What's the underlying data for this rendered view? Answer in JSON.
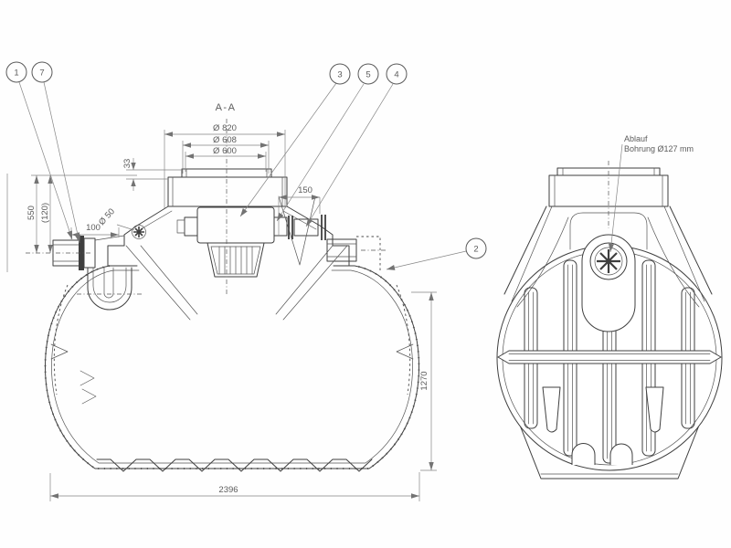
{
  "drawing": {
    "section_label": "A-A",
    "balloons": [
      {
        "label": "1"
      },
      {
        "label": "7"
      },
      {
        "label": "3"
      },
      {
        "label": "5"
      },
      {
        "label": "4"
      },
      {
        "label": "2"
      }
    ],
    "dimensions": {
      "flange_diameter": "Ø 820",
      "neck_outer_diameter": "Ø 608",
      "neck_inner_diameter": "Ø 600",
      "lid_height": "33",
      "inlet_depth": "550",
      "inlet_offset": "(120)",
      "inlet_length": "100",
      "port_diameter": "Ø 50",
      "outlet_length": "150",
      "tank_height": "1270",
      "tank_length": "2396"
    },
    "note": {
      "line1": "Ablauf",
      "line2": "Bohrung Ø127 mm"
    }
  }
}
